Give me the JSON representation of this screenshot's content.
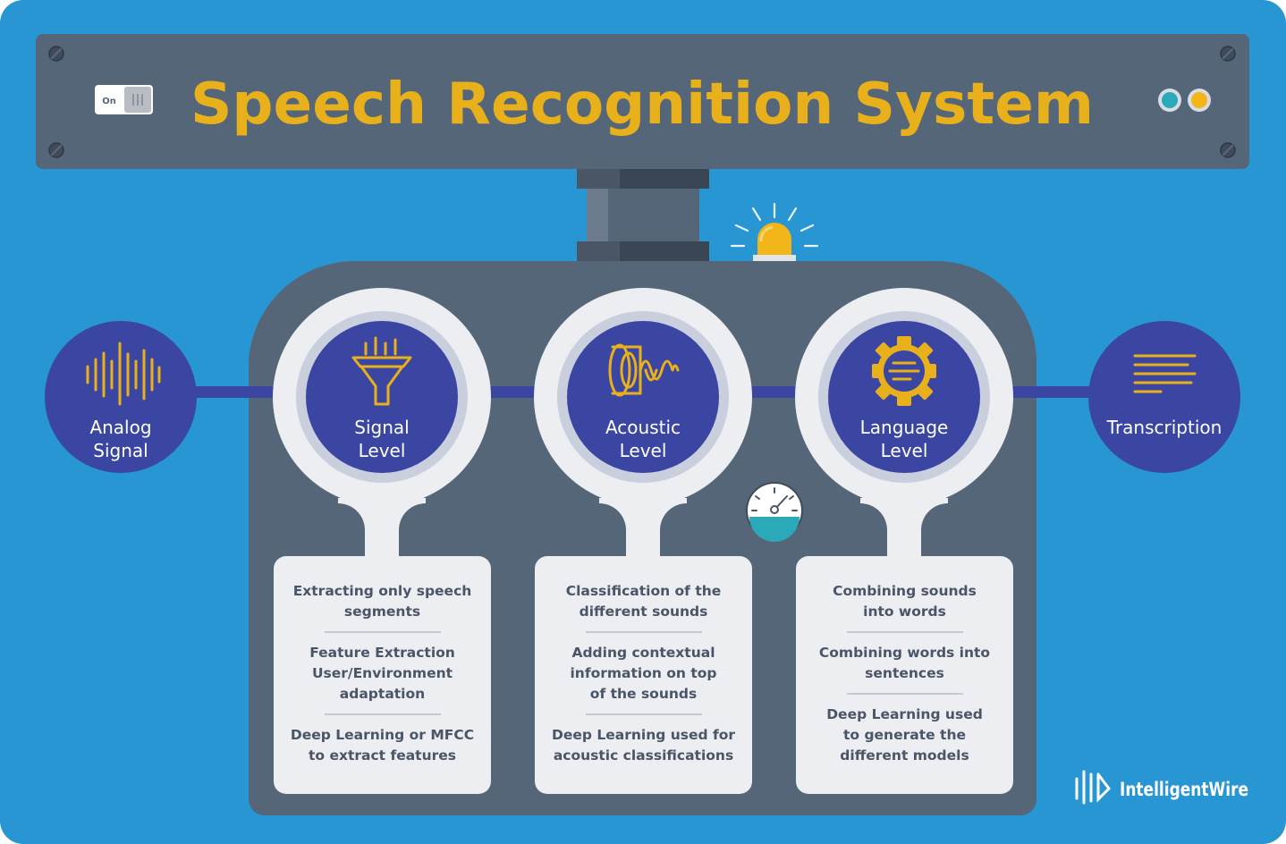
{
  "header": {
    "title": "Speech Recognition System",
    "switch_label": "On"
  },
  "nodes": [
    {
      "id": "analog",
      "label_lines": [
        "Analog",
        "Signal"
      ],
      "icon": "waveform-icon"
    },
    {
      "id": "signal",
      "label_lines": [
        "Signal",
        "Level"
      ],
      "icon": "funnel-icon"
    },
    {
      "id": "acoustic",
      "label_lines": [
        "Acoustic",
        "Level"
      ],
      "icon": "speaker-wave-icon"
    },
    {
      "id": "language",
      "label_lines": [
        "Language",
        "Level"
      ],
      "icon": "gear-icon"
    },
    {
      "id": "transcription",
      "label_lines": [
        "Transcription"
      ],
      "icon": "text-lines-icon"
    }
  ],
  "cards": [
    {
      "items": [
        [
          "Extracting only speech",
          "segments"
        ],
        [
          "Feature Extraction",
          "User/Environment",
          "adaptation"
        ],
        [
          "Deep Learning or MFCC",
          "to extract features"
        ]
      ]
    },
    {
      "items": [
        [
          "Classification of the",
          "different sounds"
        ],
        [
          "Adding contextual",
          "information on top",
          "of the sounds"
        ],
        [
          "Deep Learning used for",
          "acoustic classifications"
        ]
      ]
    },
    {
      "items": [
        [
          "Combining sounds",
          "into words"
        ],
        [
          "Combining words into",
          "sentences"
        ],
        [
          "Deep Learning  used",
          "to generate the",
          "different models"
        ]
      ]
    }
  ],
  "brand": {
    "name": "IntelligentWire"
  },
  "colors": {
    "background": "#2896d3",
    "panel": "#566679",
    "node": "#3a46a2",
    "accent": "#e8b11c",
    "ring": "#eceef2",
    "text_dark": "#4a5567",
    "teal": "#2aa9b8"
  }
}
